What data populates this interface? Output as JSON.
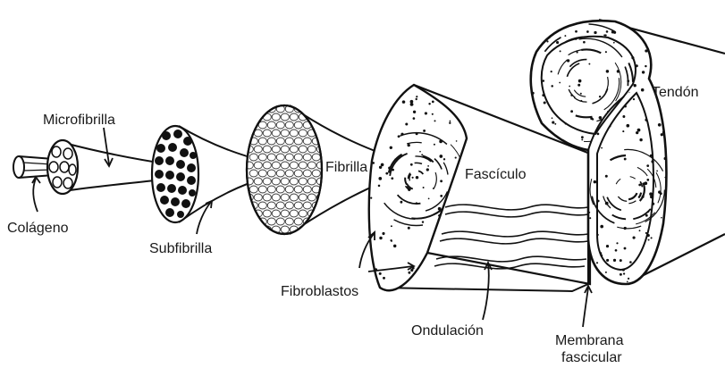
{
  "labels": {
    "microfibrilla": "Microfibrilla",
    "colageno": "Colágeno",
    "subfibrilla": "Subfibrilla",
    "fibrilla": "Fibrilla",
    "fasciculo": "Fascículo",
    "fibroblastos": "Fibroblastos",
    "ondulacion": "Ondulación",
    "membrana_line1": "Membrana",
    "membrana_line2": "fascicular",
    "tendon": "Tendón"
  }
}
